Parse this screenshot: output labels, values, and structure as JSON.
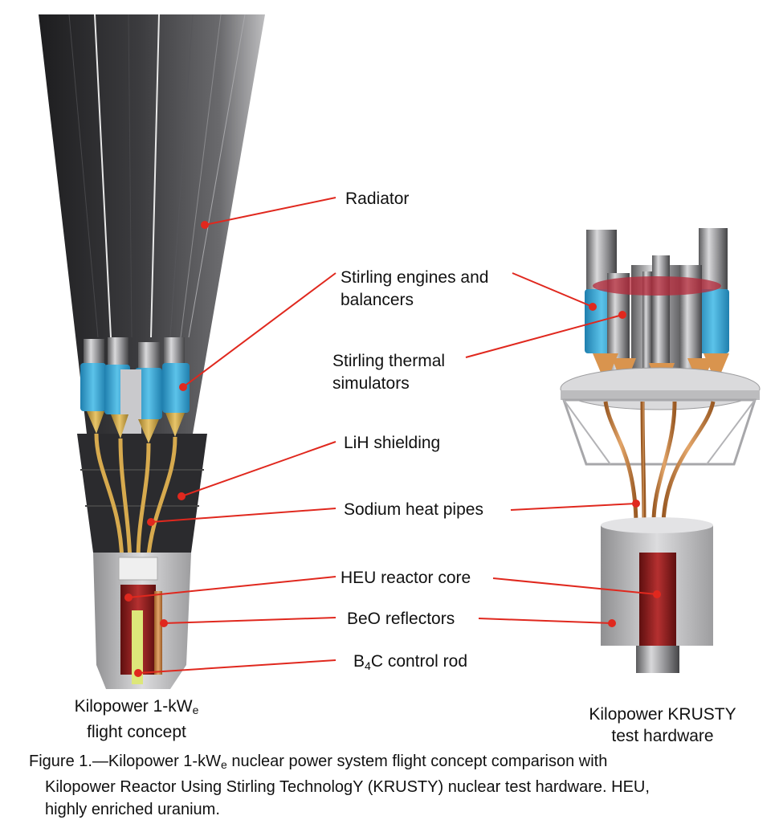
{
  "labels": {
    "radiator": "Radiator",
    "stirling_engines_1": "Stirling engines and",
    "stirling_engines_2": "balancers",
    "thermal_sim_1": "Stirling thermal",
    "thermal_sim_2": "simulators",
    "lih": "LiH shielding",
    "sodium": "Sodium heat pipes",
    "heu": "HEU reactor core",
    "beo": "BeO reflectors",
    "b4c_prefix": "B",
    "b4c_sub": "4",
    "b4c_suffix": "C control rod"
  },
  "left_caption": {
    "line1_prefix": "Kilopower 1-kW",
    "line1_sub": "e",
    "line2": "flight concept"
  },
  "right_caption": {
    "line1": "Kilopower KRUSTY",
    "line2": "test hardware"
  },
  "figure_caption": {
    "line1_prefix": "Figure 1.—Kilopower 1-kW",
    "line1_sub": "e",
    "line1_suffix": " nuclear power system flight concept comparison with",
    "line2": "Kilopower Reactor Using Stirling TechnologY (KRUSTY) nuclear test hardware. HEU,",
    "line3": "highly enriched uranium."
  },
  "colors": {
    "leader": "#e0281e",
    "radiator": "#2d2d2f",
    "stirling_blue": "#3aa7d6",
    "heat_pipe": "#c8833f",
    "core": "#8e1c1c",
    "reflector": "#b9b9b9"
  }
}
